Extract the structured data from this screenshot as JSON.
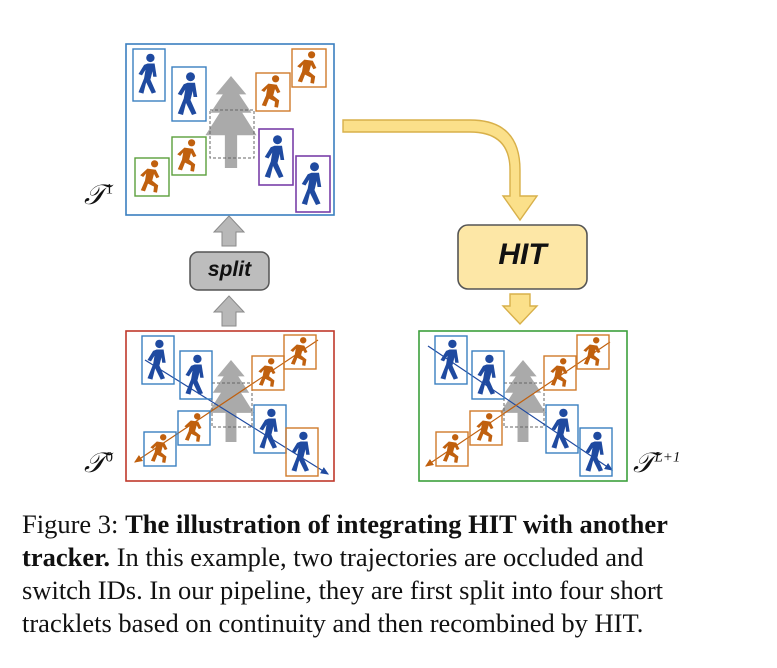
{
  "figure": {
    "labels": {
      "t1": "𝒯",
      "t1_sup": "1",
      "t0": "𝒯",
      "t0_sup": "0",
      "tl1": "𝒯",
      "tl1_sup": "L+1"
    },
    "boxes": {
      "split": "split",
      "hit": "HIT"
    },
    "colors": {
      "blue_person": "#1f4aa0",
      "orange_person": "#c0600e",
      "panel_top_border": "#3a7fc0",
      "panel_bottom_left_border": "#c0392b",
      "panel_bottom_right_border": "#3ca03c",
      "hit_fill": "#fde7a6",
      "arrow_yellow": "#fbe08a",
      "arrow_gray": "#b8b8b8"
    }
  },
  "caption": {
    "prefix": "Figure 3: ",
    "bold": "The illustration of integrating HIT with another",
    "bold2": "tracker.",
    "line2_rest": " In this example, two trajectories are occluded and",
    "line3": "switch IDs. In our pipeline, they are first split into four short",
    "line4": "tracklets based on continuity and then recombined by HIT."
  }
}
